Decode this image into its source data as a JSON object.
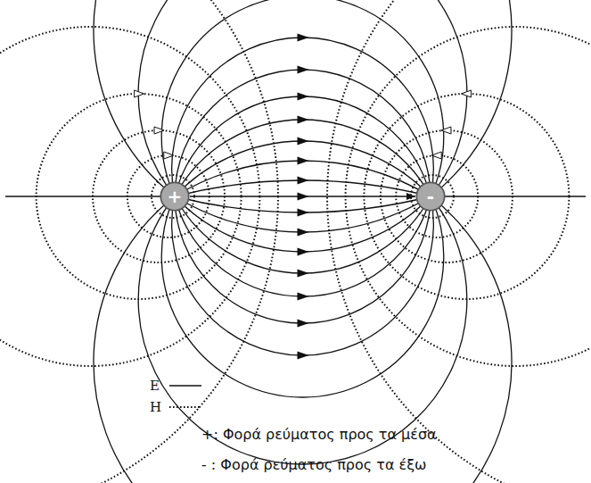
{
  "diagram": {
    "nodes": [
      {
        "text": [
          "+"
        ]
      },
      {
        "text": [
          "-"
        ]
      }
    ],
    "edges": [
      {
        "from": 0,
        "to": 1,
        "arrow": "to"
      }
    ],
    "labels": [
      "+: Φορά ρεύματος προς τα μέσα",
      "- : Φορά ρεύματος προς τα έξω"
    ],
    "legend": [
      {
        "text": "E"
      },
      {
        "text": "H"
      }
    ]
  }
}
